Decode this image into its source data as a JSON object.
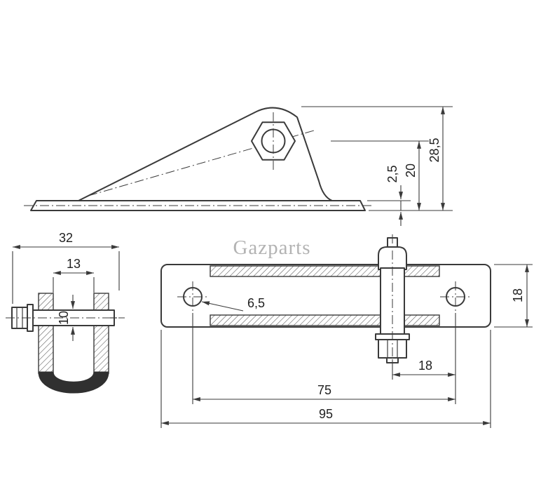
{
  "watermark": {
    "text": "Gazparts",
    "color": "#b3b3b3"
  },
  "colors": {
    "line": "#3a3a3a",
    "background": "#ffffff"
  },
  "views": {
    "side": {
      "description": "side profile of bracket with gusset and hex stud",
      "dims": {
        "plate_thickness": "2,5",
        "stud_center_height": "20",
        "overall_height": "28,5"
      }
    },
    "channel": {
      "description": "U-channel section with through bolt",
      "dims": {
        "outer_width": "32",
        "inner_width": "13",
        "bolt_diameter": "10"
      }
    },
    "plan": {
      "description": "top view of mounting plate with two holes and center bolt",
      "dims": {
        "hole_diameter": "6,5",
        "plate_width": "18",
        "bolt_to_hole": "18",
        "hole_spacing": "75",
        "overall_length": "95"
      }
    }
  }
}
